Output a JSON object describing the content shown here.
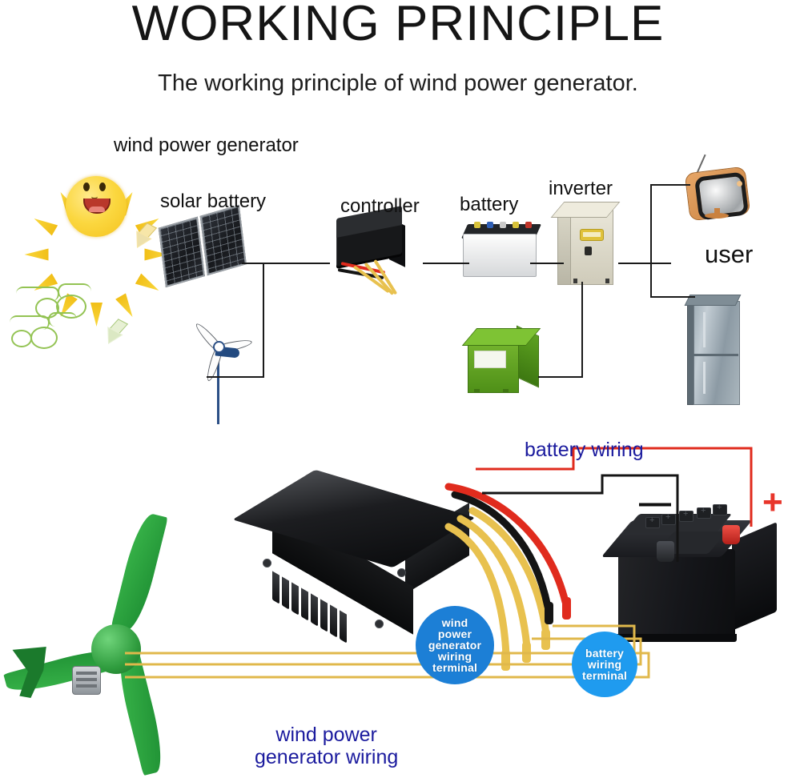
{
  "header": {
    "title": "WORKING PRINCIPLE",
    "subtitle": "The working principle of wind power generator."
  },
  "top_diagram": {
    "labels": {
      "wind_power_generator": "wind power generator",
      "solar_battery": "solar battery",
      "controller": "controller",
      "battery": "battery",
      "inverter": "inverter",
      "user": "user"
    },
    "icons": [
      "sun-icon",
      "wind-swirl-icon",
      "solar-panel-icon",
      "wind-turbine-icon",
      "controller-icon",
      "battery-icon",
      "inverter-icon",
      "green-generator-icon",
      "tv-icon",
      "refrigerator-icon"
    ]
  },
  "bottom_diagram": {
    "battery_wiring_caption": "battery wiring",
    "wind_generator_wiring_caption": "wind power\ngenerator wiring",
    "callouts": {
      "wind_terminal": "wind power generator wiring terminal",
      "wind_terminal_lines": [
        "wind",
        "power",
        "generator",
        "wiring",
        "terminal"
      ],
      "battery_terminal": "battery wiring terminal",
      "battery_terminal_lines": [
        "battery",
        "wiring",
        "terminal"
      ]
    },
    "battery_signs": {
      "negative": "—",
      "positive": "+"
    },
    "icons": [
      "controller-icon",
      "car-battery-icon",
      "green-wind-turbine-icon"
    ]
  },
  "colors": {
    "caption_blue": "#1b1b9e",
    "callout_blue_dark": "#1c7fd6",
    "callout_blue_light": "#1f9bef",
    "wire_red": "#e02b1d",
    "wire_black": "#111111",
    "wire_yellow": "#e8c14f",
    "turbine_green": "#2e9b3d",
    "sun_yellow": "#fbd73f",
    "line_black": "#1a1a1a"
  }
}
